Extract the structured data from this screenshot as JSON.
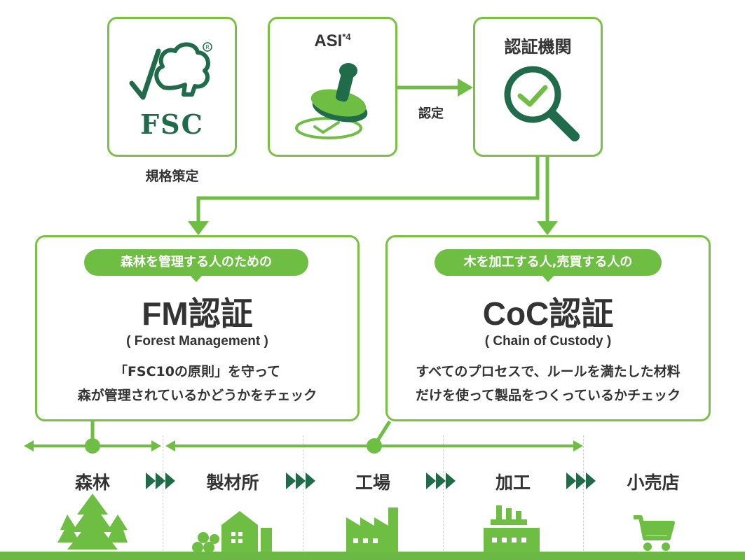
{
  "top": {
    "fsc_logo_text": "FSC",
    "fsc_caption": "規格策定",
    "asi_title": "ASI",
    "asi_sup": "*4",
    "accredit_label": "認定",
    "cb_title": "認証機関"
  },
  "fm": {
    "pill": "森林を管理する人のための",
    "title": "FM認証",
    "subtitle": "( Forest Management )",
    "desc_line1": "「FSC10の原則」を守って",
    "desc_line2": "森が管理されているかどうかをチェック"
  },
  "coc": {
    "pill": "木を加工する人,売買する人の",
    "title": "CoC認証",
    "subtitle": "( Chain of Custody )",
    "desc_line1": "すべてのプロセスで、ルールを満たした材料",
    "desc_line2": "だけを使って製品をつくっているかチェック"
  },
  "stages": [
    "森林",
    "製材所",
    "工場",
    "加工",
    "小売店"
  ],
  "colors": {
    "accent_green": "#6fbe44",
    "dark_green": "#1f6b4a",
    "bottom_green": "#6cb845"
  },
  "icons": [
    "fsc-tree-logo-icon",
    "stamp-icon",
    "magnifier-check-icon",
    "forest-trees-icon",
    "sawmill-icon",
    "factory-icon",
    "processing-plant-icon",
    "shopping-cart-icon"
  ]
}
